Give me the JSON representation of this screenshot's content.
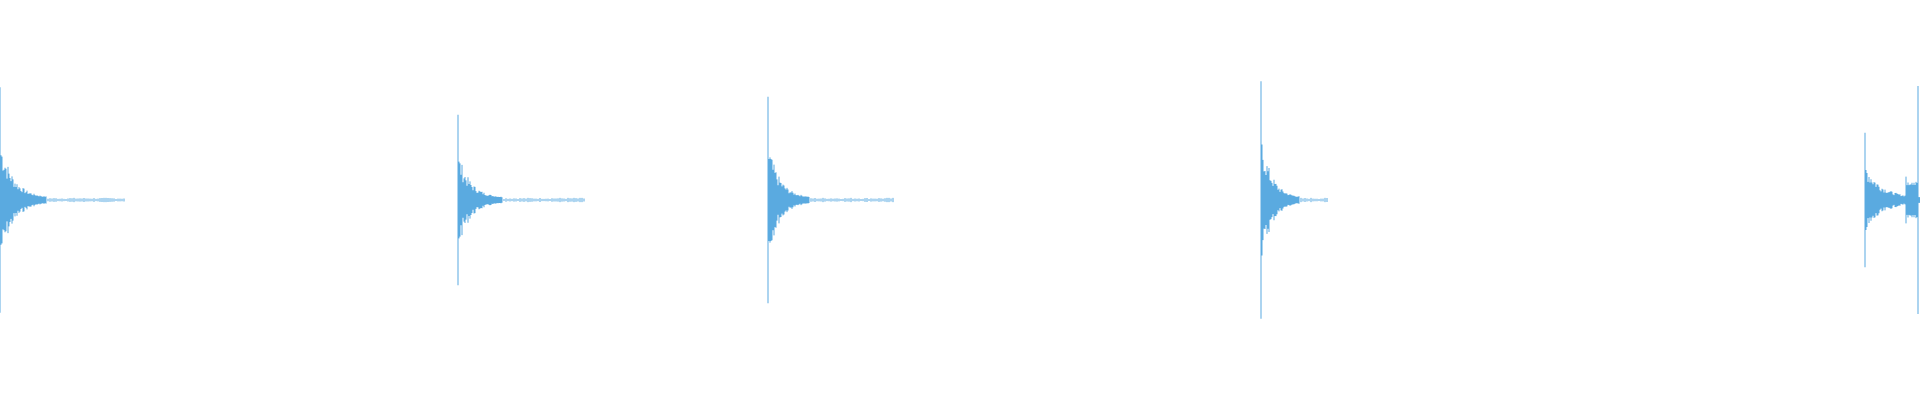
{
  "waveform": {
    "color": "#5aaae0",
    "hits": [
      {
        "time": 0.0,
        "peak": 0.94,
        "decay": 0.32,
        "tail": 0.065,
        "double": false
      },
      {
        "time": 0.2388,
        "peak": 0.71,
        "decay": 0.3,
        "tail": 0.066,
        "double": false
      },
      {
        "time": 0.4002,
        "peak": 0.86,
        "decay": 0.26,
        "tail": 0.066,
        "double": false
      },
      {
        "time": 0.6567,
        "peak": 0.99,
        "decay": 0.22,
        "tail": 0.035,
        "double": false
      },
      {
        "time": 0.9713,
        "peak": 0.56,
        "decay": 0.45,
        "tail": 0.02,
        "double": true
      }
    ]
  }
}
